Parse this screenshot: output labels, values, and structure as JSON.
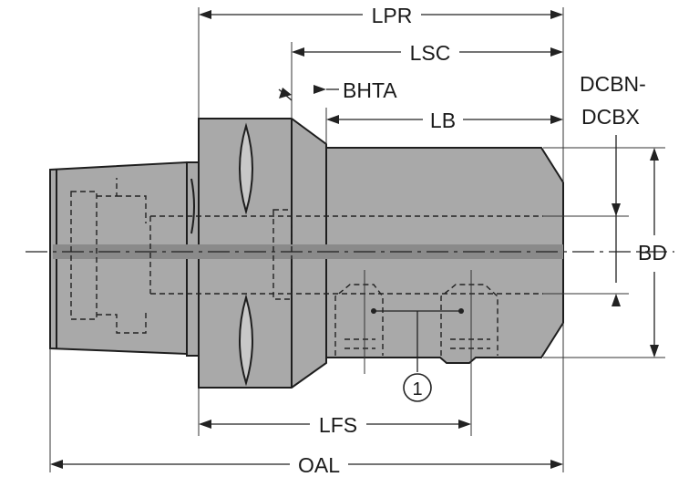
{
  "diagram": {
    "labels": {
      "lpr": "LPR",
      "lsc": "LSC",
      "bhta": "BHTA",
      "lb": "LB",
      "dcbn": "DCBN-",
      "dcbx": "DCBX",
      "bd": "BD",
      "lfs": "LFS",
      "oal": "OAL",
      "callout": "1"
    },
    "colors": {
      "body_fill": "#a9a9a9",
      "centerline_band": "#8a8a8a",
      "line": "#1e1e1e"
    }
  }
}
